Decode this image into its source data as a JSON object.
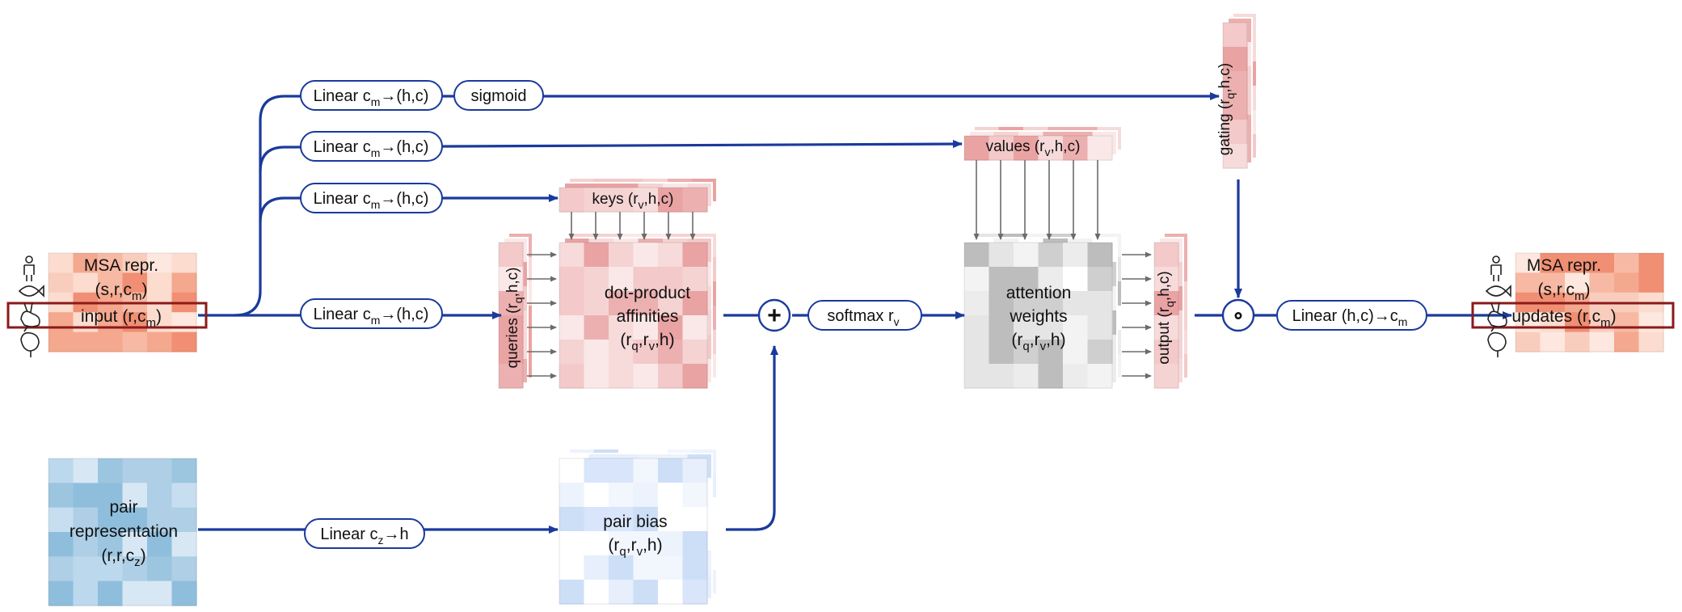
{
  "colors": {
    "arrow": "#1a3a9c",
    "thin_arrow": "#6b6b6b",
    "highlight_box": "#8b1a1a",
    "msa_grid": [
      "#f9cdbd",
      "#fbdccf",
      "#f4a88e",
      "#f7b9a3",
      "#fde7de",
      "#f08f73"
    ],
    "pink_grid": [
      "#f3c9c9",
      "#f7dada",
      "#ecb0b0",
      "#fae8e8",
      "#e9a3a3",
      "#f5d3d3"
    ],
    "blue_grid": [
      "#aecfe5",
      "#c7def0",
      "#9cc5e0",
      "#d7e7f4",
      "#8fbedd",
      "#bcd8ec"
    ],
    "light_blue_grid": [
      "#e6effb",
      "#f2f6fd",
      "#d8e5fa",
      "#ffffff",
      "#cddff7",
      "#edf3fc"
    ],
    "gray_grid": [
      "#f3f3f3",
      "#ececec",
      "#cfcfcf",
      "#ffffff",
      "#bdbdbd",
      "#e5e5e5"
    ]
  },
  "input_block": {
    "line1": "MSA repr.",
    "line2_main": "(s,r,c",
    "line2_sub": "m",
    "line2_end": ")",
    "input_main": "input (r,c",
    "input_sub": "m",
    "input_end": ")"
  },
  "output_block": {
    "line1": "MSA repr.",
    "line2_main": "(s,r,c",
    "line2_sub": "m",
    "line2_end": ")",
    "updates_main": "updates (r,c",
    "updates_sub": "m",
    "updates_end": ")"
  },
  "pair_block": {
    "line1": "pair",
    "line2": "representation",
    "line3_main": "(r,r,c",
    "line3_sub": "z",
    "line3_end": ")"
  },
  "ops": {
    "linear_gating": {
      "main": "Linear c",
      "sub": "m",
      "end": "→(h,c)"
    },
    "sigmoid": "sigmoid",
    "linear_values": {
      "main": "Linear c",
      "sub": "m",
      "end": "→(h,c)"
    },
    "linear_keys": {
      "main": "Linear c",
      "sub": "m",
      "end": "→(h,c)"
    },
    "linear_queries": {
      "main": "Linear c",
      "sub": "m",
      "end": "→(h,c)"
    },
    "linear_pair": {
      "main": "Linear c",
      "sub": "z",
      "end": "→h"
    },
    "softmax": {
      "main": "softmax r",
      "sub": "v"
    },
    "linear_out": {
      "main": "Linear (h,c)→c",
      "sub": "m"
    },
    "plus": "+",
    "gate_multiply": "∘"
  },
  "tensors": {
    "keys": {
      "main": "keys (r",
      "sub": "v",
      "end": ",h,c)"
    },
    "values": {
      "main": "values (r",
      "sub": "v",
      "end": ",h,c)"
    },
    "queries": {
      "main": "queries (r",
      "sub": "q",
      "end": ",h,c)"
    },
    "gating": {
      "main": "gating (r",
      "sub": "q",
      "end": ",h,c)"
    },
    "output": {
      "main": "output (r",
      "sub": "q",
      "end": ",h,c)"
    },
    "affinities": {
      "line1": "dot-product",
      "line2": "affinities",
      "line3_a": "(r",
      "line3_sub1": "q",
      "line3_b": ",r",
      "line3_sub2": "v",
      "line3_c": ",h)"
    },
    "attention": {
      "line1": "attention",
      "line2": "weights",
      "line3_a": "(r",
      "line3_sub1": "q",
      "line3_b": ",r",
      "line3_sub2": "v",
      "line3_c": ",h)"
    },
    "pair_bias": {
      "line1": "pair bias",
      "line2_a": "(r",
      "line2_sub1": "q",
      "line2_b": ",r",
      "line2_sub2": "v",
      "line2_c": ",h)"
    }
  },
  "icons": [
    "human-icon",
    "fish-icon",
    "rabbit-icon",
    "chicken-icon"
  ]
}
